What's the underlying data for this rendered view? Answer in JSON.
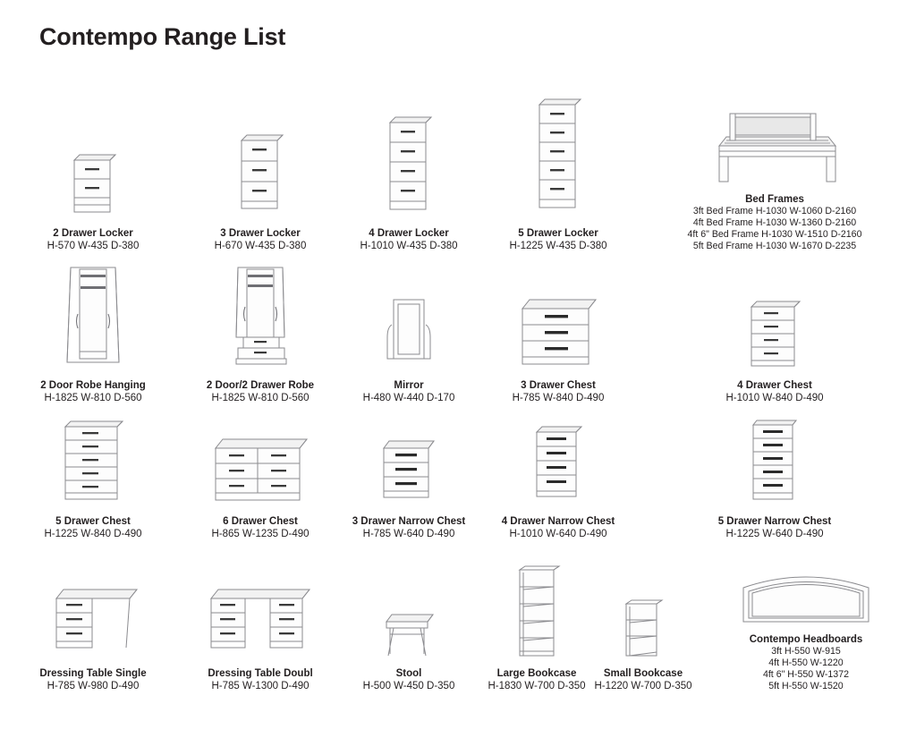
{
  "page": {
    "title": "Contempo Range List"
  },
  "rows": [
    {
      "items": [
        {
          "icon": "locker-2-drawer-icon",
          "title": "2 Drawer Locker",
          "dims": "H-570 W-435 D-380"
        },
        {
          "icon": "locker-3-drawer-icon",
          "title": "3 Drawer Locker",
          "dims": "H-670 W-435 D-380"
        },
        {
          "icon": "locker-4-drawer-icon",
          "title": "4 Drawer Locker",
          "dims": "H-1010 W-435 D-380"
        },
        {
          "icon": "locker-5-drawer-icon",
          "title": "5 Drawer Locker",
          "dims": "H-1225 W-435 D-380"
        },
        {
          "icon": "bed-frame-icon",
          "title": "Bed Frames",
          "dims_lines": [
            "3ft Bed Frame H-1030 W-1060 D-2160",
            "4ft Bed Frame H-1030 W-1360 D-2160",
            "4ft 6\" Bed Frame H-1030 W-1510 D-2160",
            "5ft Bed Frame H-1030 W-1670 D-2235"
          ]
        }
      ]
    },
    {
      "items": [
        {
          "icon": "robe-2-door-hanging-icon",
          "title": "2 Door Robe Hanging",
          "dims": "H-1825 W-810 D-560"
        },
        {
          "icon": "robe-2-door-2-drawer-icon",
          "title": "2 Door/2 Drawer Robe",
          "dims": "H-1825 W-810 D-560"
        },
        {
          "icon": "mirror-icon",
          "title": "Mirror",
          "dims": "H-480 W-440 D-170"
        },
        {
          "icon": "chest-3-drawer-icon",
          "title": "3 Drawer Chest",
          "dims": "H-785 W-840 D-490"
        },
        {
          "icon": "chest-4-drawer-icon",
          "title": "4 Drawer Chest",
          "dims": "H-1010 W-840 D-490"
        }
      ]
    },
    {
      "items": [
        {
          "icon": "chest-5-drawer-icon",
          "title": "5 Drawer Chest",
          "dims": "H-1225 W-840 D-490"
        },
        {
          "icon": "chest-6-drawer-icon",
          "title": "6 Drawer Chest",
          "dims": "H-865 W-1235 D-490"
        },
        {
          "icon": "narrow-chest-3-drawer-icon",
          "title": "3 Drawer Narrow Chest",
          "dims": "H-785 W-640 D-490"
        },
        {
          "icon": "narrow-chest-4-drawer-icon",
          "title": "4 Drawer Narrow Chest",
          "dims": "H-1010 W-640 D-490"
        },
        {
          "icon": "narrow-chest-5-drawer-icon",
          "title": "5 Drawer Narrow Chest",
          "dims": "H-1225 W-640 D-490"
        }
      ]
    },
    {
      "items": [
        {
          "icon": "dressing-table-single-icon",
          "title": "Dressing Table Single",
          "dims": "H-785 W-980 D-490"
        },
        {
          "icon": "dressing-table-double-icon",
          "title": "Dressing Table Doubl",
          "dims": "H-785 W-1300 D-490"
        },
        {
          "icon": "stool-icon",
          "title": "Stool",
          "dims": "H-500 W-450 D-350"
        },
        {
          "icon": "large-bookcase-icon",
          "title": "Large Bookcase",
          "dims": "H-1830 W-700 D-350"
        },
        {
          "icon": "small-bookcase-icon",
          "title": "Small Bookcase",
          "dims": "H-1220 W-700 D-350"
        },
        {
          "icon": "headboard-icon",
          "title": "Contempo Headboards",
          "dims_lines": [
            "3ft H-550 W-915",
            "4ft H-550 W-1220",
            "4ft 6\" H-550 W-1372",
            "5ft H-550 W-1520"
          ]
        }
      ]
    }
  ]
}
